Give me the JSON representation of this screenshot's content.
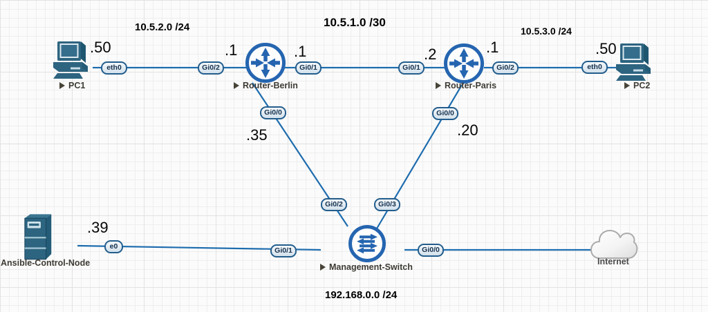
{
  "colors": {
    "link": "#1d6cae",
    "device_blue": "#2565b0",
    "device_teal": "#2d6480",
    "badge_border": "#235d8c",
    "cloud_border": "#ababab"
  },
  "networks": {
    "berlin_lan": "10.5.2.0 /24",
    "wan": "10.5.1.0 /30",
    "paris_lan": "10.5.3.0 /24",
    "management": "192.168.0.0 /24"
  },
  "nodes": {
    "pc1": "PC1",
    "router_berlin": "Router-Berlin",
    "router_paris": "Router-Paris",
    "pc2": "PC2",
    "ansible": "Ansible-Control-Node",
    "mgmt_switch": "Management-Switch",
    "internet": "Internet"
  },
  "interfaces": {
    "pc1_eth0": "eth0",
    "berlin_gi0_2": "Gi0/2",
    "berlin_gi0_1": "Gi0/1",
    "paris_gi0_1": "Gi0/1",
    "paris_gi0_2": "Gi0/2",
    "pc2_eth0": "eth0",
    "berlin_gi0_0": "Gi0/0",
    "paris_gi0_0": "Gi0/0",
    "switch_gi0_2": "Gi0/2",
    "switch_gi0_3": "Gi0/3",
    "ansible_e0": "e0",
    "switch_gi0_1": "Gi0/1",
    "switch_gi0_0": "Gi0/0"
  },
  "addresses": {
    "pc1_host": ".50",
    "berlin_lan_gw": ".1",
    "berlin_wan": ".1",
    "paris_wan": ".2",
    "paris_lan_gw": ".1",
    "pc2_host": ".50",
    "berlin_mgmt": ".35",
    "paris_mgmt": ".20",
    "ansible_host": ".39"
  }
}
